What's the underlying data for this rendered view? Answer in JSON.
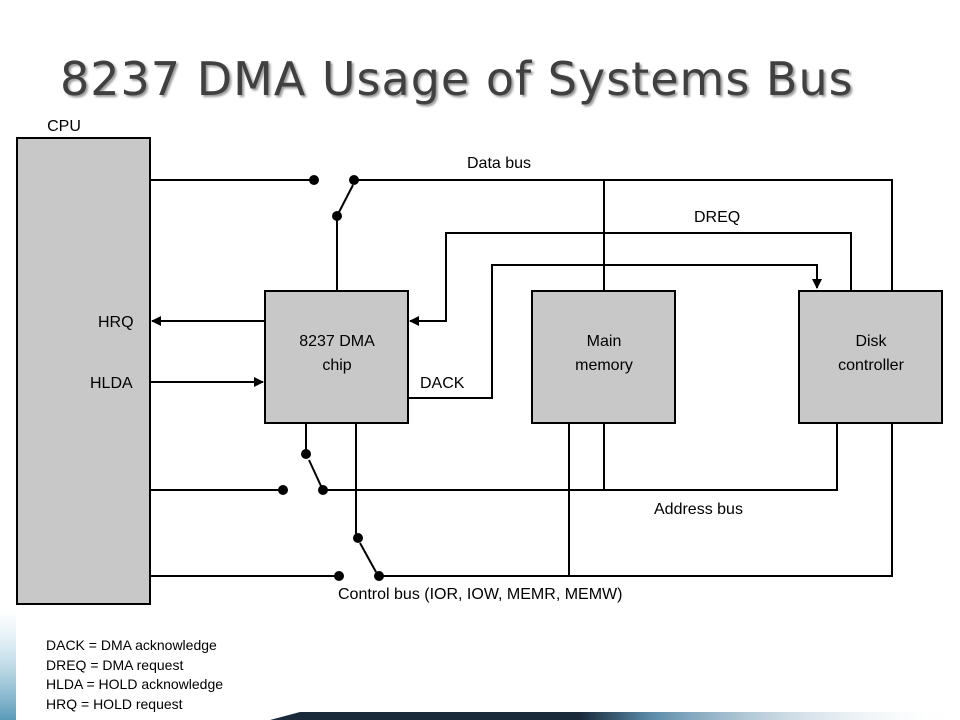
{
  "title": "8237 DMA Usage of Systems Bus",
  "diagram": {
    "cpu_label": "CPU",
    "hrq_label": "HRQ",
    "hlda_label": "HLDA",
    "dma_chip_line1": "8237 DMA",
    "dma_chip_line2": "chip",
    "memory_line1": "Main",
    "memory_line2": "memory",
    "disk_line1": "Disk",
    "disk_line2": "controller",
    "data_bus_label": "Data bus",
    "dreq_label": "DREQ",
    "dack_label": "DACK",
    "address_bus_label": "Address bus",
    "control_bus_label": "Control bus (IOR, IOW, MEMR, MEMW)"
  },
  "legend": [
    "DACK = DMA acknowledge",
    "DREQ = DMA request",
    "HLDA = HOLD acknowledge",
    "HRQ = HOLD request"
  ],
  "colors": {
    "box_fill": "#c8c8c8",
    "line": "#000000",
    "title": "#404040",
    "accent_dark": "#1a2a3a",
    "accent_light": "#a8d4e6"
  }
}
